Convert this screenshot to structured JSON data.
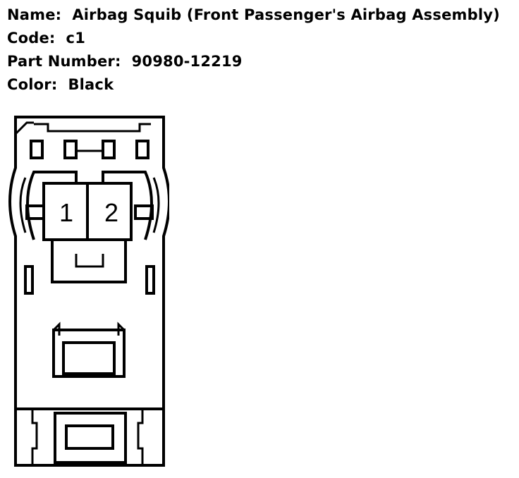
{
  "info": {
    "name_label": "Name:",
    "name_value": "Airbag Squib (Front Passenger's Airbag Assembly)",
    "code_label": "Code:",
    "code_value": "c1",
    "part_label": "Part Number:",
    "part_value": "90980-12219",
    "color_label": "Color:",
    "color_value": "Black"
  },
  "connector": {
    "pins": [
      "1",
      "2"
    ],
    "colors": {
      "stroke": "#000000",
      "fill": "#ffffff"
    }
  }
}
